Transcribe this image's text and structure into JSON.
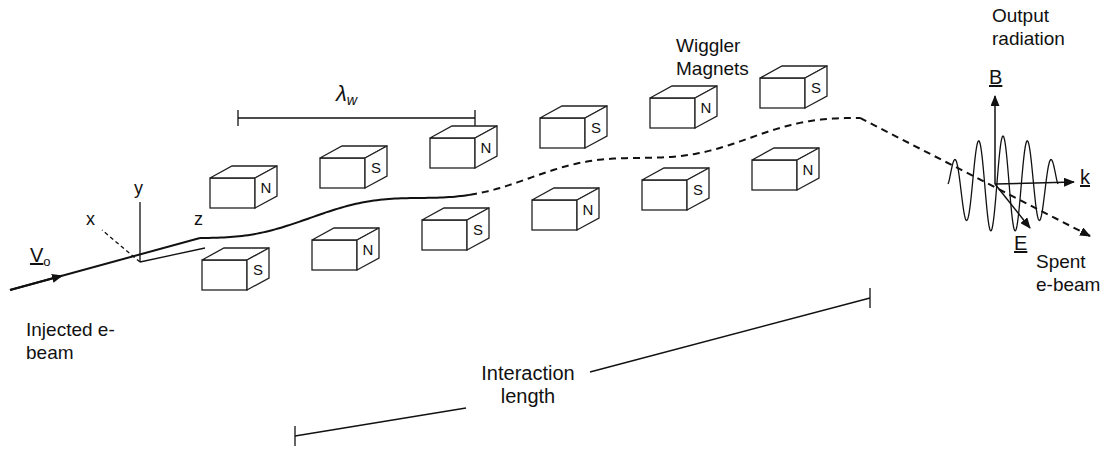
{
  "diagram": {
    "nodes": [
      {
        "text": [
          "N"
        ]
      },
      {
        "text": [
          "S"
        ]
      },
      {
        "text": [
          "S"
        ]
      },
      {
        "text": [
          "N"
        ]
      },
      {
        "text": [
          "N"
        ]
      },
      {
        "text": [
          "S"
        ]
      },
      {
        "text": [
          "S"
        ]
      },
      {
        "text": [
          "N"
        ]
      },
      {
        "text": [
          "N"
        ]
      },
      {
        "text": [
          "S"
        ]
      },
      {
        "text": [
          "S"
        ]
      },
      {
        "text": [
          "N"
        ]
      }
    ],
    "labels": [
      "λw",
      "Wiggler Magnets",
      "Output radiation",
      "B",
      "k",
      "E",
      "Spent e-beam",
      "Vo",
      "x",
      "y",
      "z",
      "Injected e-beam",
      "Interaction length"
    ]
  }
}
